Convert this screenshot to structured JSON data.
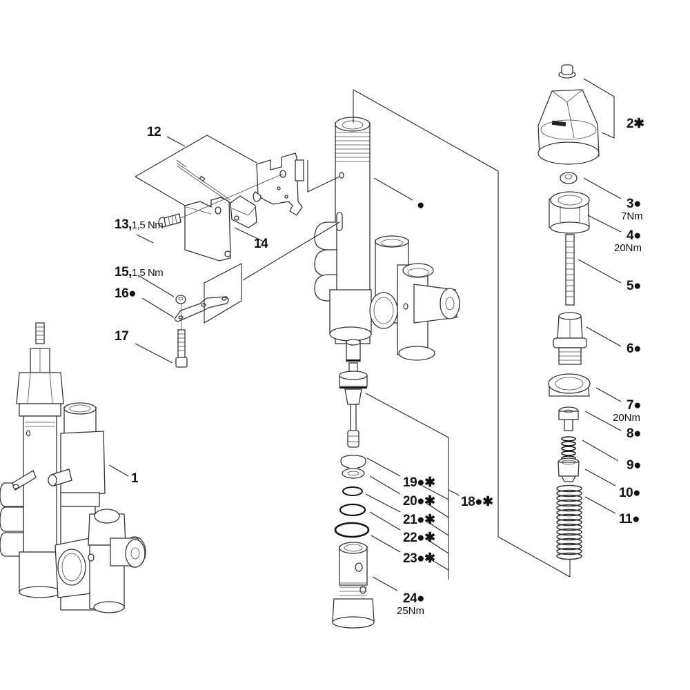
{
  "diagram": {
    "type": "exploded-parts-diagram",
    "legend_symbols": {
      "dot": "●",
      "star": "✱"
    },
    "callouts": [
      {
        "id": "c1",
        "number": "1",
        "suffix": "",
        "torque": ""
      },
      {
        "id": "c2",
        "number": "2",
        "suffix": "✱",
        "torque": ""
      },
      {
        "id": "c3",
        "number": "3",
        "suffix": "●",
        "torque": "7Nm"
      },
      {
        "id": "c4",
        "number": "4",
        "suffix": "●",
        "torque": "20Nm"
      },
      {
        "id": "c5",
        "number": "5",
        "suffix": "●",
        "torque": ""
      },
      {
        "id": "c6",
        "number": "6",
        "suffix": "●",
        "torque": ""
      },
      {
        "id": "c7",
        "number": "7",
        "suffix": "●",
        "torque": "20Nm"
      },
      {
        "id": "c8",
        "number": "8",
        "suffix": "●",
        "torque": ""
      },
      {
        "id": "c9",
        "number": "9",
        "suffix": "●",
        "torque": ""
      },
      {
        "id": "c10",
        "number": "10",
        "suffix": "●",
        "torque": ""
      },
      {
        "id": "c11",
        "number": "11",
        "suffix": "●",
        "torque": ""
      },
      {
        "id": "c12",
        "number": "12",
        "suffix": "",
        "torque": ""
      },
      {
        "id": "c13",
        "number": "13,",
        "suffix": "",
        "torque": "1,5 Nm"
      },
      {
        "id": "c14",
        "number": "14",
        "suffix": "",
        "torque": ""
      },
      {
        "id": "c15",
        "number": "15,",
        "suffix": "",
        "torque": "1,5 Nm"
      },
      {
        "id": "c16",
        "number": "16",
        "suffix": "●",
        "torque": ""
      },
      {
        "id": "c17",
        "number": "17",
        "suffix": "",
        "torque": ""
      },
      {
        "id": "c18",
        "number": "18",
        "suffix": "●✱",
        "torque": ""
      },
      {
        "id": "c19",
        "number": "19",
        "suffix": "●✱",
        "torque": ""
      },
      {
        "id": "c20",
        "number": "20",
        "suffix": "●✱",
        "torque": ""
      },
      {
        "id": "c21",
        "number": "21",
        "suffix": "●✱",
        "torque": ""
      },
      {
        "id": "c22",
        "number": "22",
        "suffix": "●✱",
        "torque": ""
      },
      {
        "id": "c23",
        "number": "23",
        "suffix": "●✱",
        "torque": ""
      },
      {
        "id": "c24",
        "number": "24",
        "suffix": "●",
        "torque": "25Nm"
      },
      {
        "id": "cbody",
        "number": "",
        "suffix": "●",
        "torque": ""
      }
    ]
  }
}
